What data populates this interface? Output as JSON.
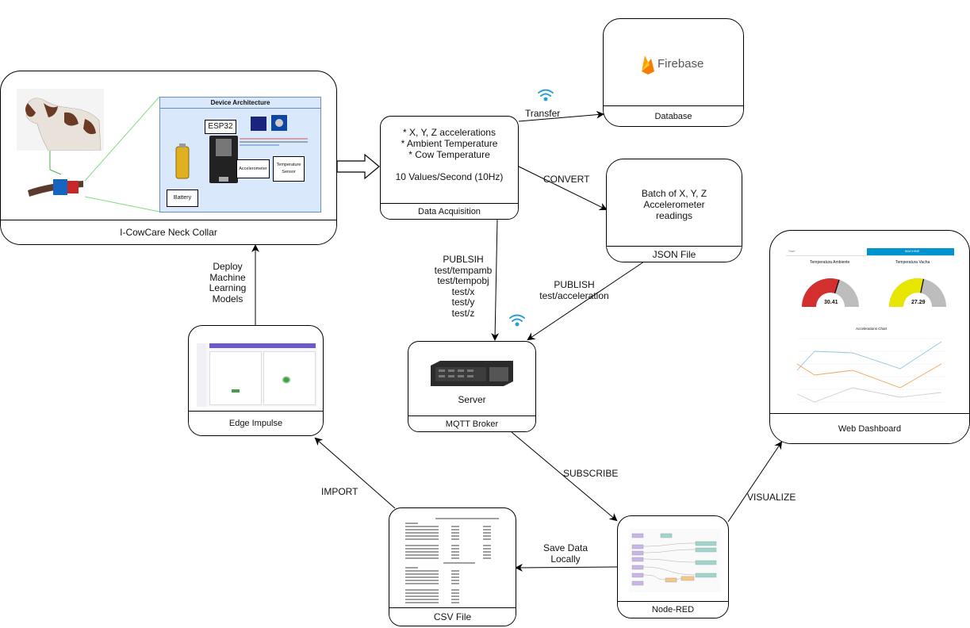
{
  "collar": {
    "caption": "I-CowCare Neck Collar",
    "arch_title": "Device Architecture",
    "esp_label": "ESP32",
    "accel_label": "Accelerometer",
    "temp_label_1": "Temperature",
    "temp_label_2": "Sensor",
    "battery_label": "Battery"
  },
  "acquisition": {
    "lines": [
      "* X, Y, Z accelerations",
      "* Ambient Temperature",
      "* Cow Temperature"
    ],
    "rate": "10 Values/Second (10Hz)",
    "caption": "Data Acquisition"
  },
  "database": {
    "logo_text": "Firebase",
    "caption": "Database"
  },
  "json_file": {
    "lines": [
      "Batch of X, Y, Z",
      "Accelerometer",
      "readings"
    ],
    "caption": "JSON File"
  },
  "broker": {
    "server_label": "Server",
    "caption": "MQTT Broker"
  },
  "dashboard": {
    "caption": "Web Dashboard",
    "tab_left": "Start",
    "tab_right": "MACHINE",
    "gauge1_title": "Temperatura Ambiente",
    "gauge1_value": "30.41",
    "gauge2_title": "Temperatura Vacha",
    "gauge2_value": "27.29",
    "chart_title": "Accelerations Chart"
  },
  "edge": {
    "caption": "Edge Impulse"
  },
  "nodered": {
    "caption": "Node-RED"
  },
  "csv": {
    "caption": "CSV File"
  },
  "edges": {
    "transfer": "Transfer",
    "convert": "CONVERT",
    "publish_topics": [
      "PUBLSIH",
      "test/tempamb",
      "test/tempobj",
      "test/x",
      "test/y",
      "test/z"
    ],
    "publish_accel": [
      "PUBLISH",
      "test/acceleration"
    ],
    "subscribe": "SUBSCRIBE",
    "visualize": "VISUALIZE",
    "save": [
      "Save Data",
      "Locally"
    ],
    "import": "IMPORT",
    "deploy": [
      "Deploy",
      "Machine",
      "Learning",
      "Models"
    ]
  },
  "colors": {
    "wifi": "#2a9fd6",
    "arch_bg": "#dae8fc",
    "arch_border": "#6c8ebf",
    "gauge_red": "#d32f2f",
    "gauge_yellow": "#e6e600",
    "firebase_orange": "#f5a623"
  }
}
